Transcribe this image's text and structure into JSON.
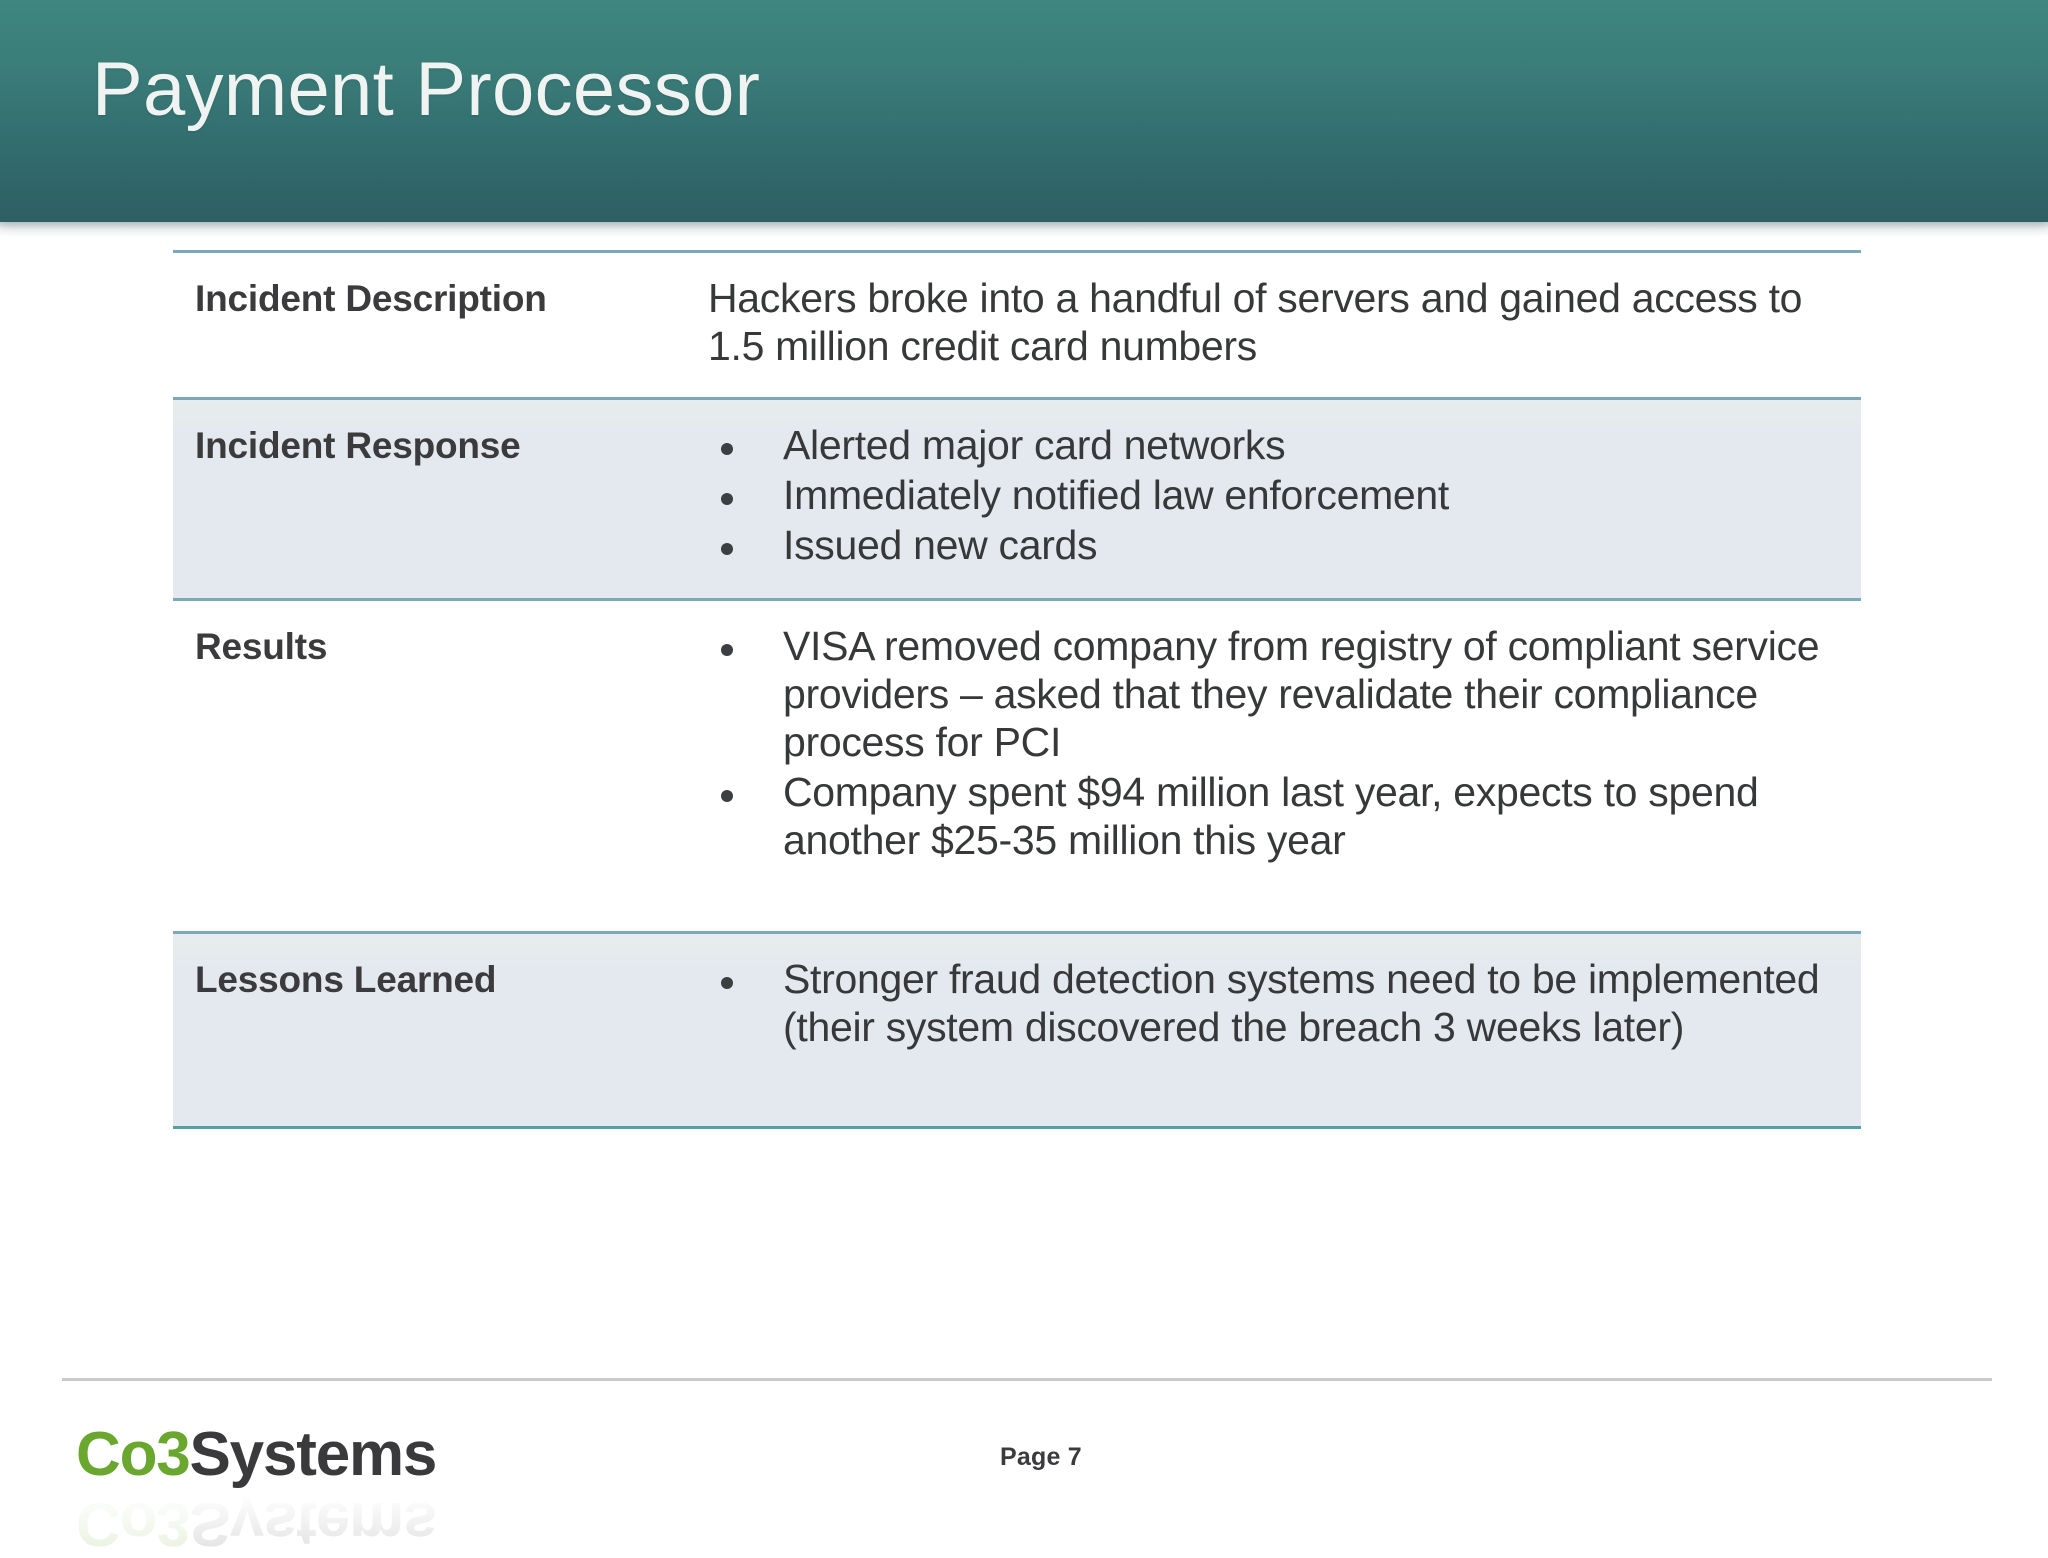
{
  "slide": {
    "title": "Payment Processor",
    "page_label": "Page 7",
    "accent_header_top": "#3f8680",
    "accent_header_bottom": "#2d5f63",
    "table_border_color": "#7ba9b9",
    "banded_row_color": "#e4e9ef",
    "label_text_color": "#3b3b3d"
  },
  "table": {
    "rows": [
      {
        "label": "Incident Description",
        "type": "paragraph",
        "text": "Hackers broke into a handful of servers and gained access to 1.5 million credit card numbers",
        "banded": false
      },
      {
        "label": "Incident Response",
        "type": "bullets",
        "bullets": [
          "Alerted major card networks",
          "Immediately notified law enforcement",
          "Issued new cards"
        ],
        "banded": true
      },
      {
        "label": "Results",
        "type": "bullets",
        "bullets": [
          "VISA removed company from registry of compliant service providers – asked that they revalidate their compliance process for PCI",
          "Company spent $94 million last year, expects to spend another $25-35 million this year"
        ],
        "banded": false
      },
      {
        "label": "Lessons Learned",
        "type": "bullets",
        "bullets": [
          "Stronger fraud detection systems need to be implemented (their system discovered the breach 3 weeks later)"
        ],
        "banded": true
      }
    ]
  },
  "footer": {
    "logo_primary": "Co3",
    "logo_secondary": "Systems",
    "logo_primary_color": "#6aa72f",
    "logo_secondary_color": "#3a3a3c"
  }
}
